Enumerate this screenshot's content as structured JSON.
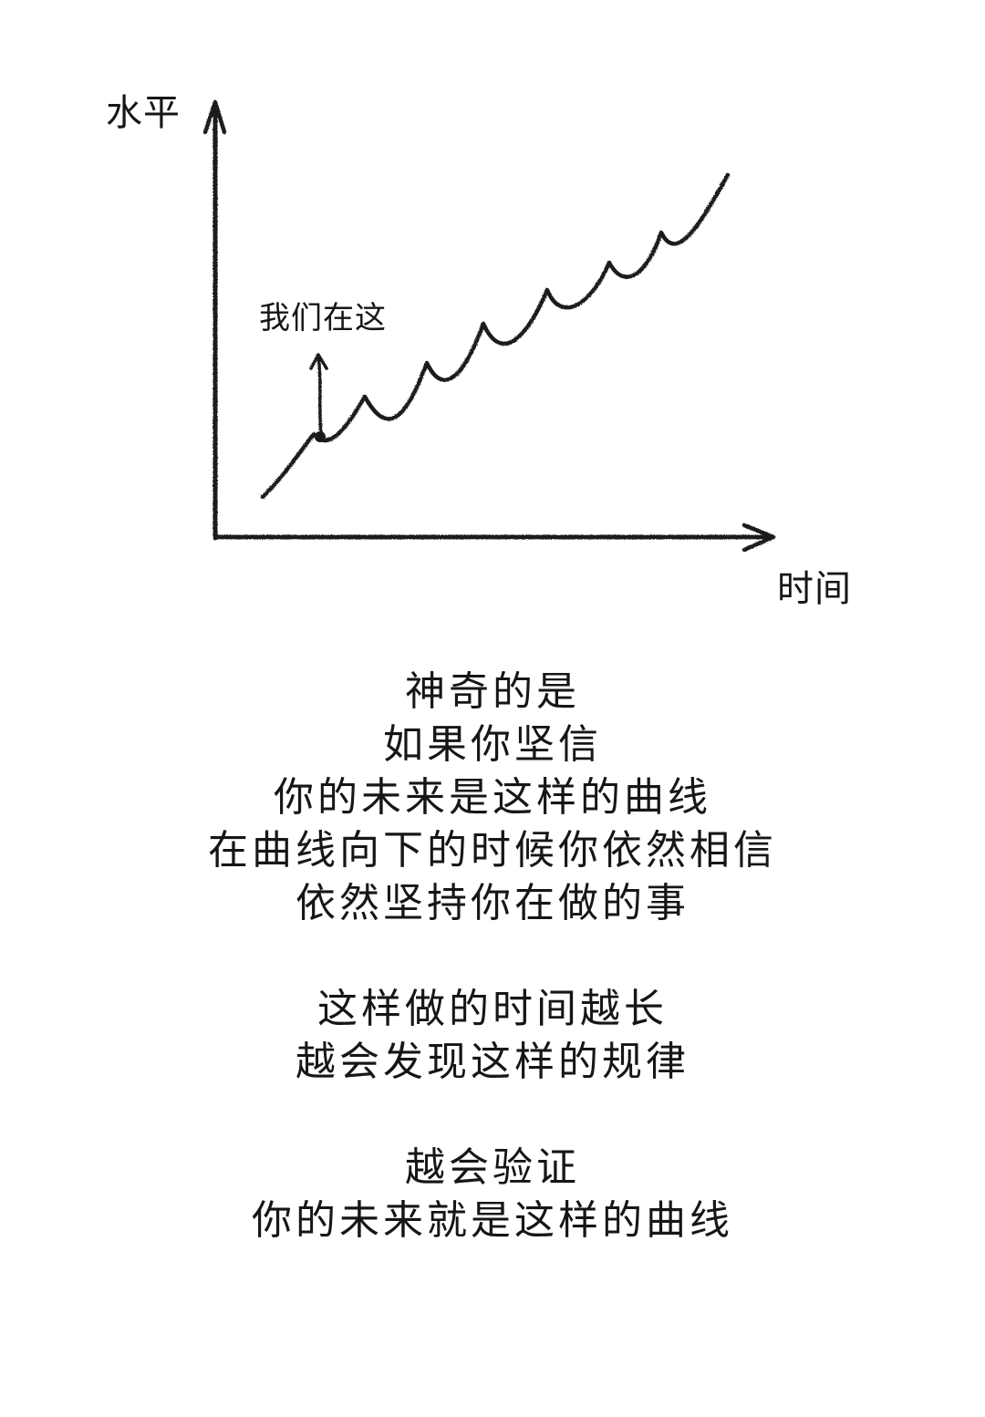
{
  "figure": {
    "y_axis_label": "水平",
    "x_axis_label": "时间",
    "marker_label": "我们在这",
    "stroke_color": "#1a1a1a"
  },
  "text": {
    "paragraphs": [
      [
        "神奇的是",
        "如果你坚信",
        "你的未来是这样的曲线",
        "在曲线向下的时候你依然相信",
        "依然坚持你在做的事"
      ],
      [
        "这样做的时间越长",
        "越会发现这样的规律"
      ],
      [
        "越会验证",
        "你的未来就是这样的曲线"
      ]
    ]
  }
}
